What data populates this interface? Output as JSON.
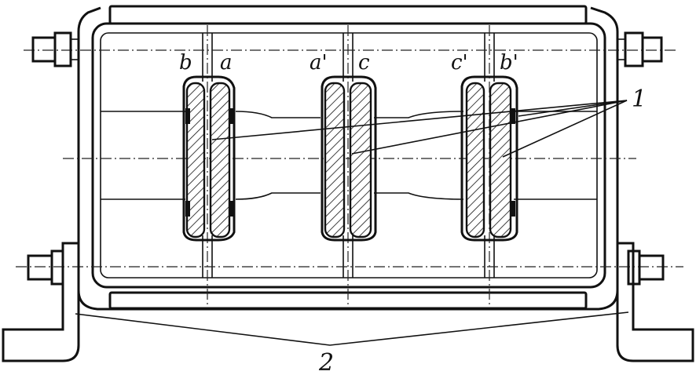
{
  "labels": {
    "b": "b",
    "a": "a",
    "a_prime": "a'",
    "c": "c",
    "c_prime": "c'",
    "b_prime": "b'",
    "callout_1": "1",
    "callout_2": "2"
  }
}
